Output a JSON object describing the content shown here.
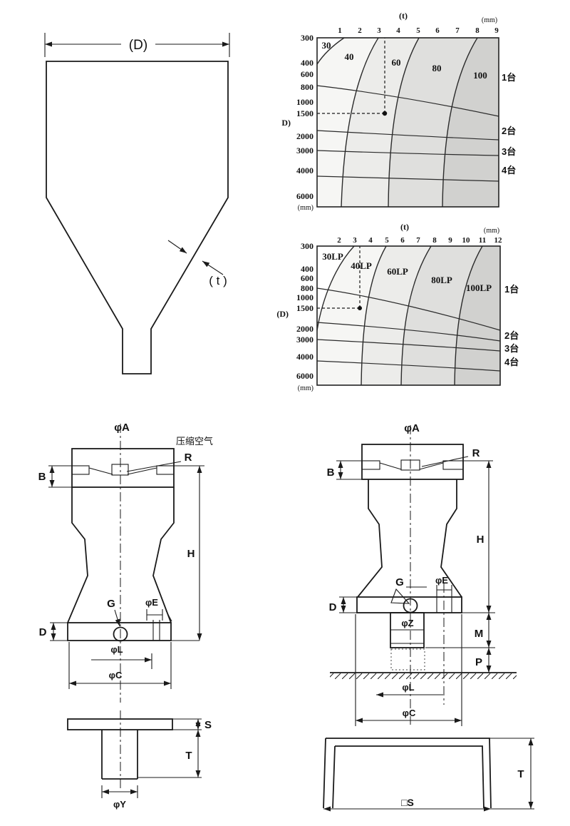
{
  "colors": {
    "ink": "#1a1a1a",
    "band_30": "#ffffff",
    "band_40": "#f6f6f4",
    "band_60": "#ececea",
    "band_80": "#dfdfdd",
    "band_100": "#d1d1cf"
  },
  "hopper": {
    "width_label": "(D)",
    "thickness_label": "( t )"
  },
  "chart_data": [
    {
      "type": "contour-selection",
      "top_axis": {
        "label": "(t)",
        "unit": "(mm)",
        "ticks": [
          "1",
          "2",
          "3",
          "4",
          "5",
          "6",
          "7",
          "8",
          "9"
        ]
      },
      "left_axis": {
        "label": "D)",
        "unit": "(mm)",
        "ticks": [
          "300",
          "400",
          "600",
          "800",
          "1000",
          "1500",
          "2000",
          "3000",
          "4000",
          "6000"
        ]
      },
      "curve_labels": [
        "30",
        "40",
        "60",
        "80",
        "100"
      ],
      "machine_count_labels": [
        "1台",
        "2台",
        "3台",
        "4台"
      ],
      "example_point": {
        "D": 1500,
        "t": 3.3
      },
      "grid": "contour bands shaded light-to-dark left-to-right",
      "legend_position": "inline"
    },
    {
      "type": "contour-selection",
      "top_axis": {
        "label": "(t)",
        "unit": "(mm)",
        "ticks": [
          "2",
          "3",
          "4",
          "5",
          "6",
          "7",
          "8",
          "9",
          "10",
          "11",
          "12"
        ]
      },
      "left_axis": {
        "label": "(D)",
        "unit": "(mm)",
        "ticks": [
          "300",
          "400",
          "600",
          "800",
          "1000",
          "1500",
          "2000",
          "3000",
          "4000",
          "6000"
        ]
      },
      "curve_labels": [
        "30LP",
        "40LP",
        "60LP",
        "80LP",
        "100LP"
      ],
      "machine_count_labels": [
        "1台",
        "2台",
        "3台",
        "4台"
      ],
      "example_point": {
        "D": 1500,
        "t": 3.3
      },
      "grid": "contour bands shaded light-to-dark left-to-right",
      "legend_position": "inline"
    }
  ],
  "knocker_left": {
    "labels": {
      "phi_a": "φA",
      "air": "压缩空气",
      "r": "R",
      "b": "B",
      "h": "H",
      "g": "G",
      "phi_e": "φE",
      "d": "D",
      "phi_l": "φL",
      "phi_c": "φC"
    },
    "bracket": {
      "s": "S",
      "t": "T",
      "phi_y": "φY"
    }
  },
  "knocker_right": {
    "labels": {
      "phi_a": "φA",
      "r": "R",
      "b": "B",
      "h": "H",
      "g": "G",
      "phi_e": "φE",
      "d": "D",
      "phi_z": "φZ",
      "m": "M",
      "p": "P",
      "phi_l": "φL",
      "phi_c": "φC"
    },
    "bracket": {
      "s": "□S",
      "t": "T"
    }
  }
}
